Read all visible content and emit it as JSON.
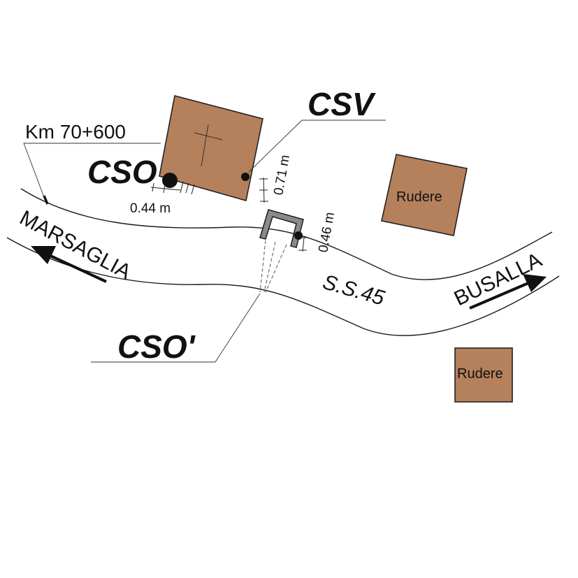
{
  "labels": {
    "csv": "CSV",
    "cso": "CSO",
    "cso_prime": "CSO'",
    "km": "Km 70+600",
    "road_name": "S.S.45",
    "dir_left": "MARSAGLIA",
    "dir_right": "BUSALLA",
    "ruin_1": "Rudere",
    "ruin_2": "Rudere"
  },
  "measurements": {
    "d1": "0.44 m",
    "d2": "0.71 m",
    "d3": "0.46 m"
  },
  "colors": {
    "building_fill": "#b5805c",
    "line": "#1a1a1a",
    "shelter": "#8a8a8a"
  },
  "icons": {
    "arrow_left": "arrow-left-icon",
    "arrow_right": "arrow-right-icon",
    "cross": "cross-icon"
  }
}
